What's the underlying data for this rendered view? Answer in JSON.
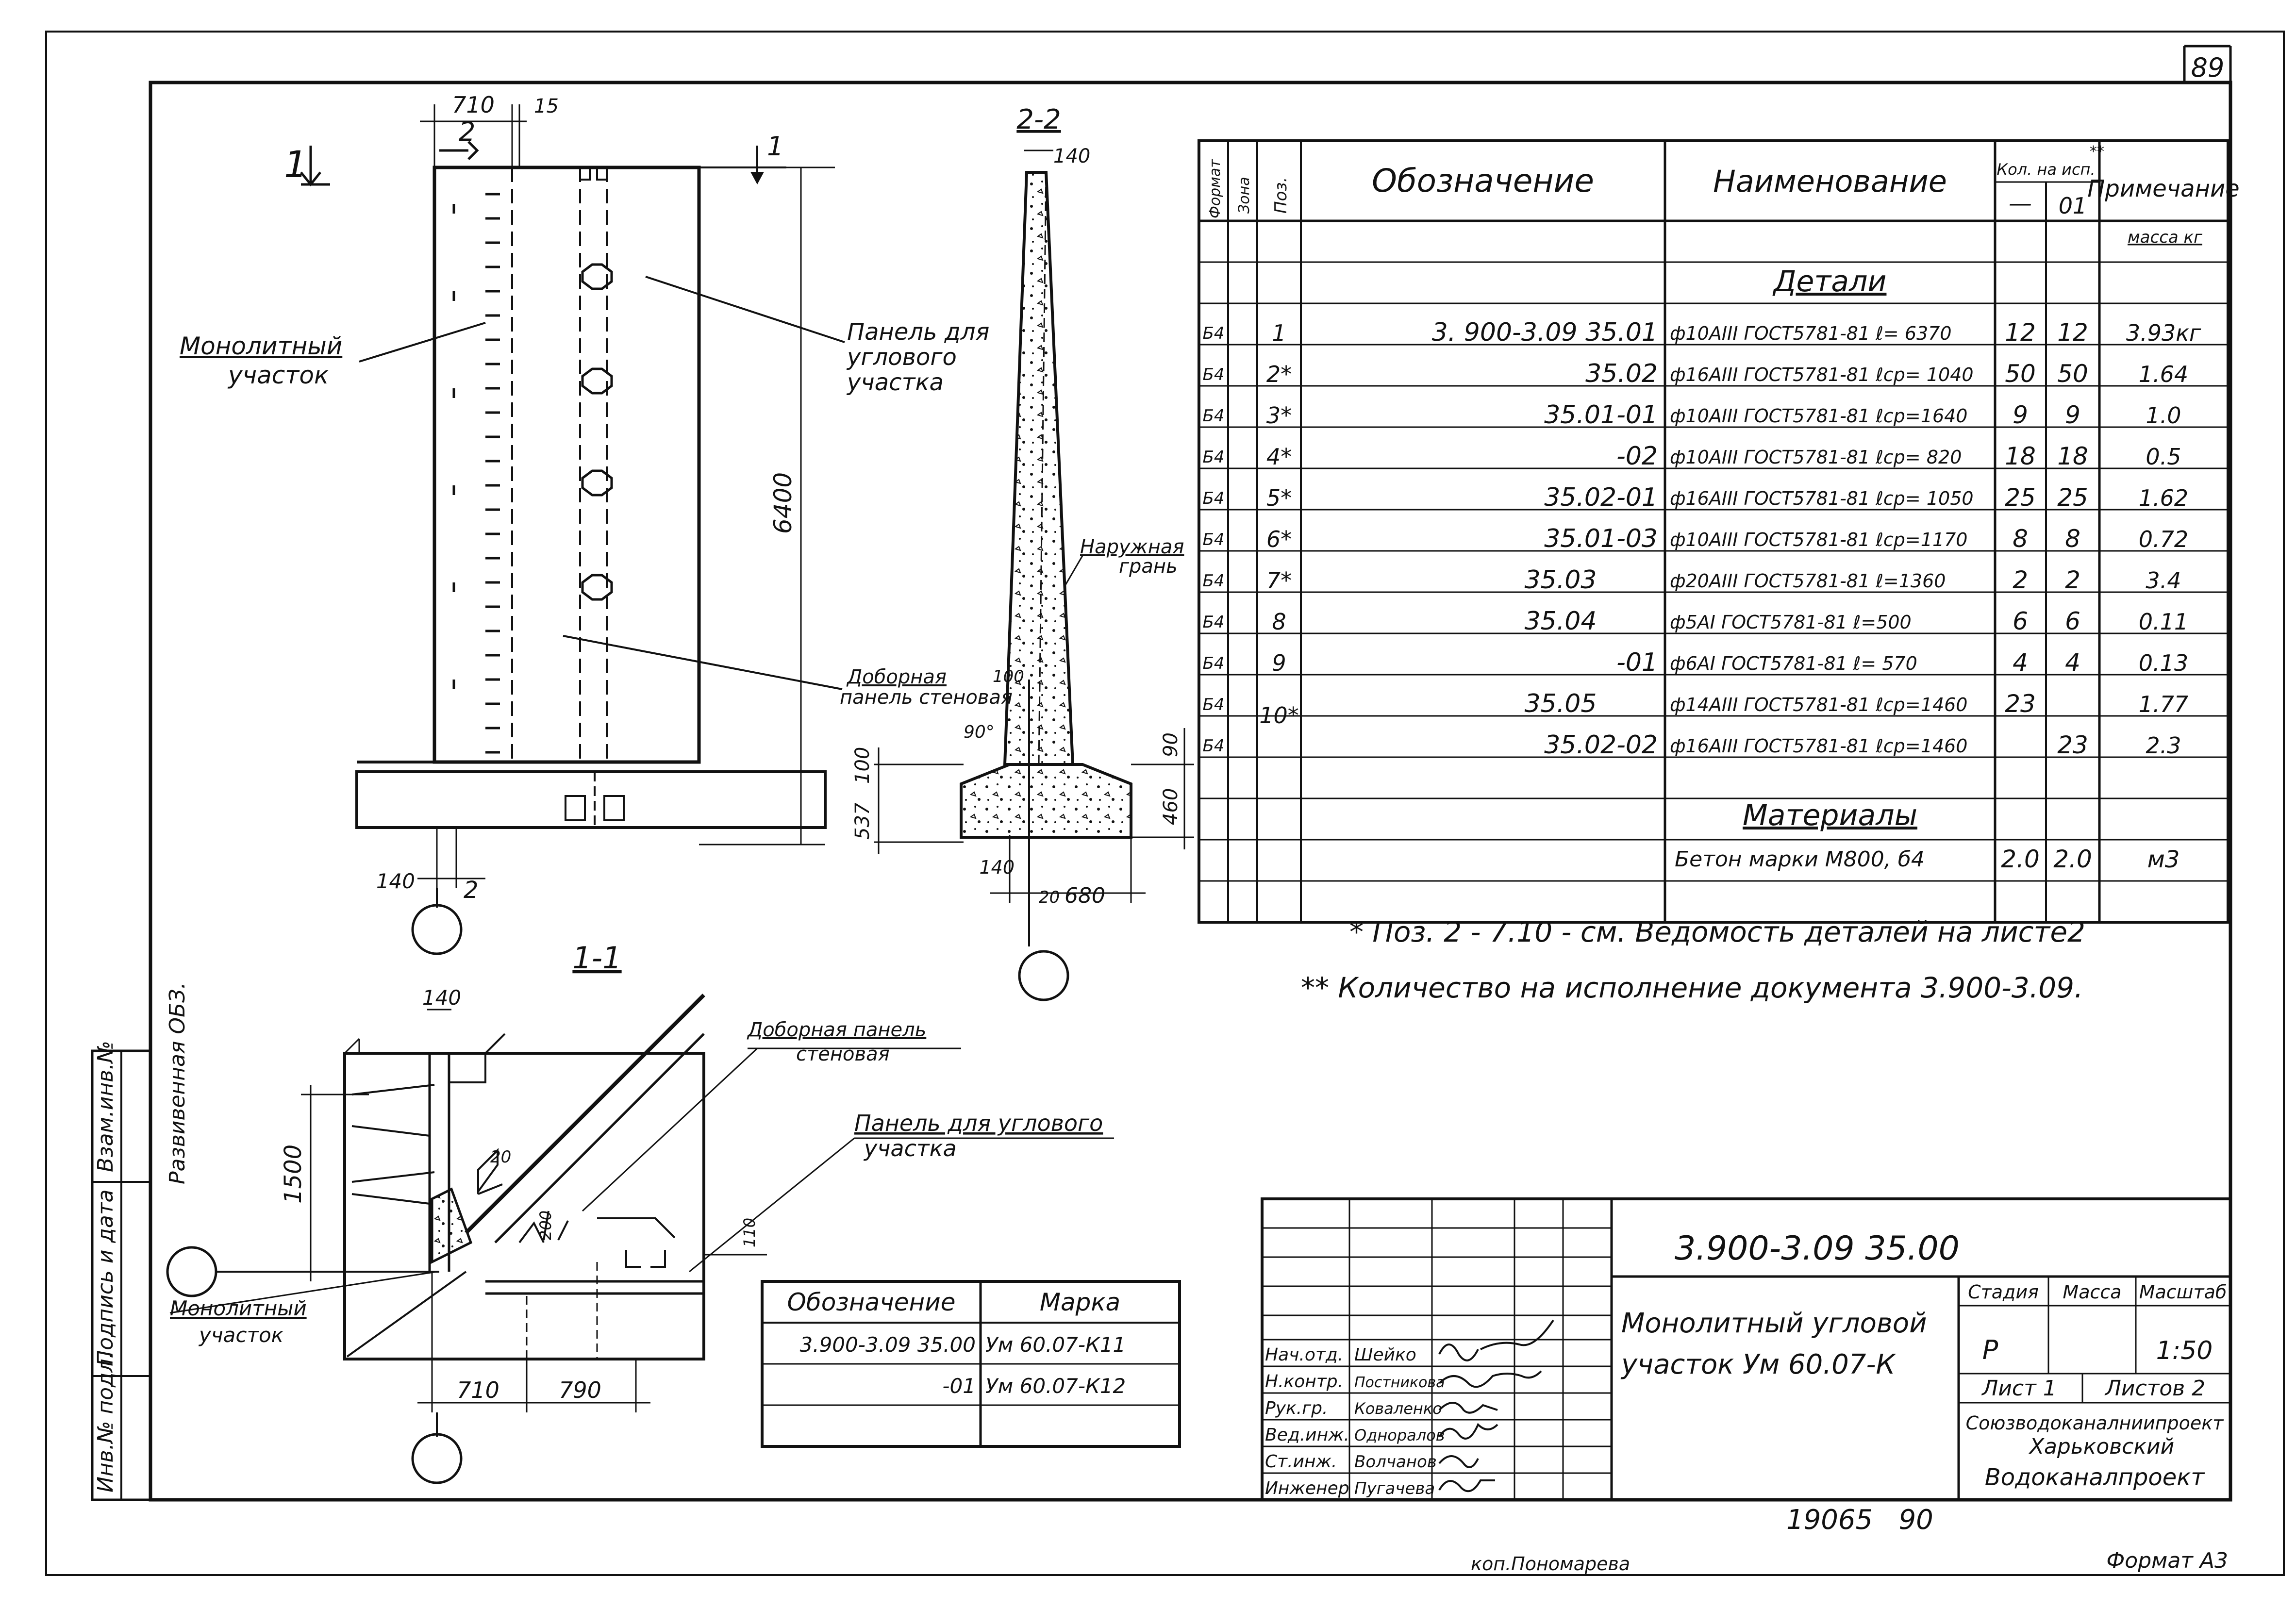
{
  "sheet_number": "89",
  "archive_number": "19065   90",
  "copied_by": "коп.Пономарева",
  "format": "Формат А3",
  "left_margin_labels": [
    "Инв.№ подл.",
    "Подпись и дата",
    "Взам.инв.№"
  ],
  "left_margin_note": "Развивенная ОБЗ.",
  "view_1": {
    "section_mark": "1",
    "cut_mark_1": "1",
    "cut_mark_2": "2",
    "dim_710": "710",
    "dim_15": "15",
    "dim_6400": "6400",
    "dim_140": "140",
    "dim_2": "2",
    "label_monolith_1": "Монолитный",
    "label_monolith_2": "участок",
    "label_corner_1": "Панель для",
    "label_corner_2": "углового",
    "label_corner_3": "участка",
    "label_addon_1": "Доборная",
    "label_addon_2": "панель стеновая"
  },
  "section_22": {
    "title": "2-2",
    "dim_140_top": "140",
    "label_outer_1": "Наружная",
    "label_outer_2": "грань",
    "dim_100": "100",
    "dim_90deg": "90°",
    "dim_537": "537",
    "dim_100b": "100",
    "dim_90": "90",
    "dim_460": "460",
    "dim_140_bot": "140",
    "dim_20": "20",
    "dim_680": "680"
  },
  "section_11": {
    "title": "1-1",
    "dim_140": "140",
    "dim_1500": "1500",
    "dim_20": "20",
    "dim_200": "200",
    "dim_110": "110",
    "dim_710": "710",
    "dim_790": "790",
    "label_addon_1": "Доборная панель",
    "label_addon_2": "стеновая",
    "label_corner_1": "Панель для углового",
    "label_corner_2": "участка",
    "label_monolith_1": "Монолитный",
    "label_monolith_2": "участок"
  },
  "spec": {
    "headers": {
      "format": "Формат",
      "zone": "Зона",
      "pos": "Поз.",
      "designation": "Обозначение",
      "name": "Наименование",
      "qty": "Кол. на исп.",
      "qty_mark": "**",
      "qty_a": "—",
      "qty_b": "01",
      "note": "Примечание",
      "mass_unit": "масса кг"
    },
    "section_parts": "Детали",
    "section_materials": "Материалы",
    "rows": [
      {
        "fmt": "Б4",
        "pos": "1",
        "des": "3. 900-3.09 35.01",
        "name": "ф10АIII ГОСТ5781-81 ℓ= 6370",
        "q1": "12",
        "q2": "12",
        "note": "3.93кг"
      },
      {
        "fmt": "Б4",
        "pos": "2*",
        "des": "35.02",
        "name": "ф16АIII ГОСТ5781-81 ℓср= 1040",
        "q1": "50",
        "q2": "50",
        "note": "1.64"
      },
      {
        "fmt": "Б4",
        "pos": "3*",
        "des": "35.01-01",
        "name": "ф10АIII ГОСТ5781-81 ℓср=1640",
        "q1": "9",
        "q2": "9",
        "note": "1.0"
      },
      {
        "fmt": "Б4",
        "pos": "4*",
        "des": "-02",
        "name": "ф10АIII ГОСТ5781-81 ℓср= 820",
        "q1": "18",
        "q2": "18",
        "note": "0.5"
      },
      {
        "fmt": "Б4",
        "pos": "5*",
        "des": "35.02-01",
        "name": "ф16АIII ГОСТ5781-81 ℓср= 1050",
        "q1": "25",
        "q2": "25",
        "note": "1.62"
      },
      {
        "fmt": "Б4",
        "pos": "6*",
        "des": "35.01-03",
        "name": "ф10АIII ГОСТ5781-81 ℓср=1170",
        "q1": "8",
        "q2": "8",
        "note": "0.72"
      },
      {
        "fmt": "Б4",
        "pos": "7*",
        "des": "35.03",
        "name": "ф20АIII ГОСТ5781-81 ℓ=1360",
        "q1": "2",
        "q2": "2",
        "note": "3.4"
      },
      {
        "fmt": "Б4",
        "pos": "8",
        "des": "35.04",
        "name": "ф5АI ГОСТ5781-81 ℓ=500",
        "q1": "6",
        "q2": "6",
        "note": "0.11"
      },
      {
        "fmt": "Б4",
        "pos": "9",
        "des": "-01",
        "name": "ф6АI ГОСТ5781-81 ℓ= 570",
        "q1": "4",
        "q2": "4",
        "note": "0.13"
      },
      {
        "fmt": "Б4",
        "pos": "10*",
        "des": "35.05",
        "name": "ф14АIII ГОСТ5781-81 ℓср=1460",
        "q1": "23",
        "q2": "",
        "note": "1.77"
      },
      {
        "fmt": "Б4",
        "pos": "",
        "des": "35.02-02",
        "name": "ф16АIII ГОСТ5781-81 ℓср=1460",
        "q1": "",
        "q2": "23",
        "note": "2.3"
      }
    ],
    "material": {
      "name": "Бетон марки М800, б4",
      "q1": "2.0",
      "q2": "2.0",
      "note": "м3"
    }
  },
  "notes": [
    "* Поз. 2 - 7.10 - см. Ведомость деталей на листе2",
    "** Количество на исполнение документа 3.900-3.09."
  ],
  "marks_table": {
    "h_des": "Обозначение",
    "h_mark": "Марка",
    "rows": [
      {
        "des": "3.900-3.09 35.00",
        "mark": "Ум 60.07-К11"
      },
      {
        "des": "-01",
        "mark": "Ум 60.07-К12"
      }
    ]
  },
  "title_block": {
    "doc_code": "3.900-3.09 35.00",
    "title_1": "Монолитный угловой",
    "title_2": "участок Ум 60.07-К",
    "h_stage": "Стадия",
    "h_mass": "Масса",
    "h_scale": "Масштаб",
    "stage": "Р",
    "mass": "",
    "scale": "1:50",
    "sheet": "Лист 1",
    "sheets": "Листов 2",
    "org_1": "Союзводоканалниипроект",
    "org_2": "Харьковский",
    "org_3": "Водоканалпроект",
    "signers": [
      {
        "role": "Нач.отд.",
        "name": "Шейко"
      },
      {
        "role": "Н.контр.",
        "name": "Постникова"
      },
      {
        "role": "Рук.гр.",
        "name": "Коваленко"
      },
      {
        "role": "Вед.инж.",
        "name": "Одноралов"
      },
      {
        "role": "Ст.инж.",
        "name": "Волчанов"
      },
      {
        "role": "Инженер",
        "name": "Пугачева"
      }
    ]
  }
}
